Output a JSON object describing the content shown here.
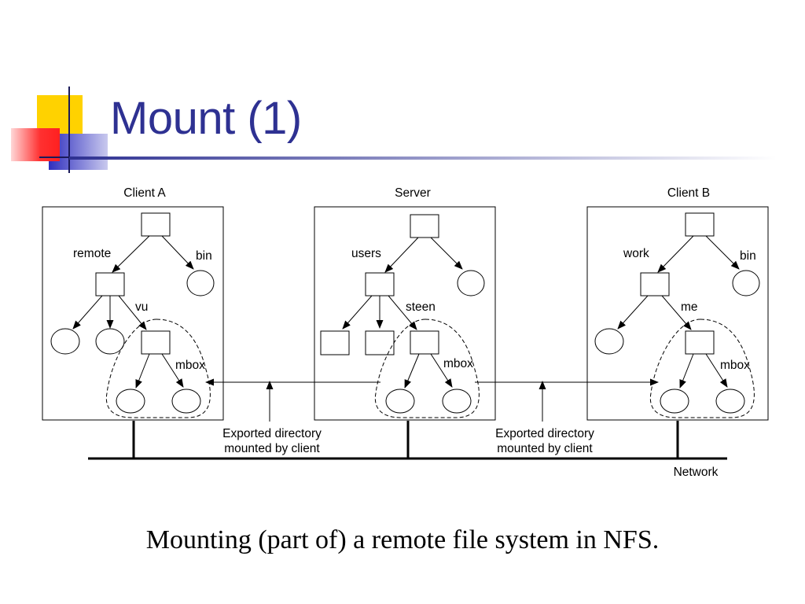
{
  "slide": {
    "title": "Mount (1)",
    "caption": "Mounting (part of) a remote file system in NFS."
  },
  "colors": {
    "title": "#2e3192",
    "deco_yellow": "#ffd200",
    "deco_red": "#ff3b3b",
    "deco_blue": "#2f2fbf"
  },
  "diagram": {
    "client_a": {
      "title": "Client A",
      "edge_left": "remote",
      "edge_right": "bin",
      "edge_sub": "vu",
      "edge_mount": "mbox"
    },
    "server": {
      "title": "Server",
      "edge_left": "users",
      "edge_sub": "steen",
      "edge_mount": "mbox"
    },
    "client_b": {
      "title": "Client B",
      "edge_left": "work",
      "edge_right": "bin",
      "edge_sub": "me",
      "edge_mount": "mbox"
    },
    "exported_left": {
      "line1": "Exported directory",
      "line2": "mounted by client"
    },
    "exported_right": {
      "line1": "Exported directory",
      "line2": "mounted by client"
    },
    "network_label": "Network"
  }
}
